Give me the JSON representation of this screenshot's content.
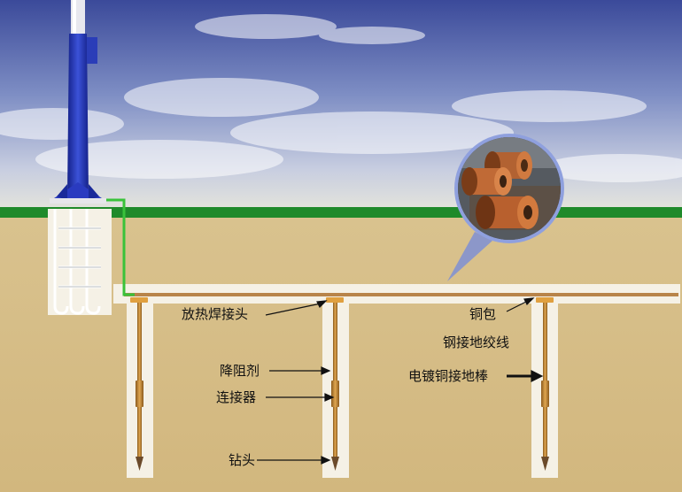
{
  "labels": {
    "exothermic_weld": "放热焊接头",
    "resistance_reducer": "降阻剂",
    "connector": "连接器",
    "drill_head": "钻头",
    "copper_clad_line1": "铜包",
    "copper_clad_line2": "钢接地绞线",
    "copper_rod": "电镀铜接地棒"
  },
  "colors": {
    "sky_top": "#3d4c9c",
    "sky_bottom": "#d9dcd8",
    "grass": "#1f8a2a",
    "soil": "#d7bf8a",
    "trench": "#f4efe3",
    "copper": "#c98a3a",
    "tower": "#2437b8",
    "conductor_green": "#39c23a"
  }
}
